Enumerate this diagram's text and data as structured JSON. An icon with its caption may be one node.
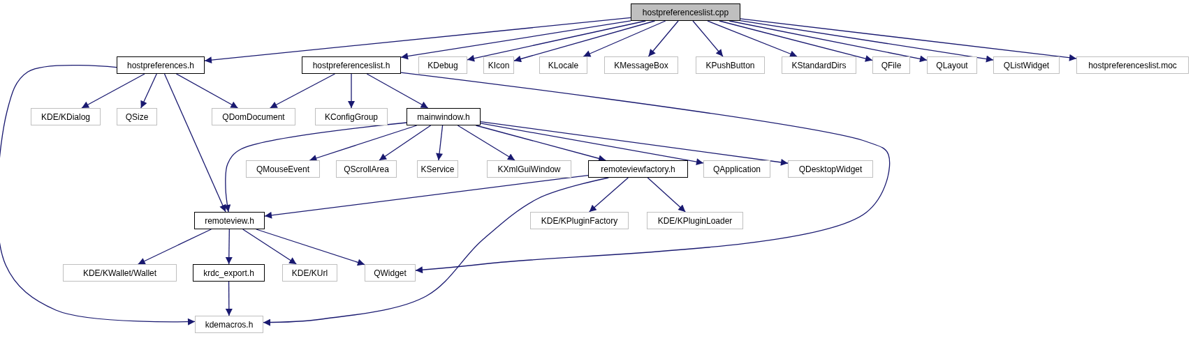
{
  "diagram": {
    "nodes": [
      {
        "text": [
          "hostpreferenceslist.cpp"
        ]
      },
      {
        "text": [
          "hostpreferences.h"
        ]
      },
      {
        "text": [
          "hostpreferenceslist.h"
        ]
      },
      {
        "text": [
          "KDebug"
        ]
      },
      {
        "text": [
          "KIcon"
        ]
      },
      {
        "text": [
          "KLocale"
        ]
      },
      {
        "text": [
          "KMessageBox"
        ]
      },
      {
        "text": [
          "KPushButton"
        ]
      },
      {
        "text": [
          "KStandardDirs"
        ]
      },
      {
        "text": [
          "QFile"
        ]
      },
      {
        "text": [
          "QLayout"
        ]
      },
      {
        "text": [
          "QListWidget"
        ]
      },
      {
        "text": [
          "hostpreferenceslist.moc"
        ]
      },
      {
        "text": [
          "KDE/KDialog"
        ]
      },
      {
        "text": [
          "QSize"
        ]
      },
      {
        "text": [
          "QDomDocument"
        ]
      },
      {
        "text": [
          "KConfigGroup"
        ]
      },
      {
        "text": [
          "mainwindow.h"
        ]
      },
      {
        "text": [
          "QMouseEvent"
        ]
      },
      {
        "text": [
          "QScrollArea"
        ]
      },
      {
        "text": [
          "KService"
        ]
      },
      {
        "text": [
          "KXmlGuiWindow"
        ]
      },
      {
        "text": [
          "remoteviewfactory.h"
        ]
      },
      {
        "text": [
          "QApplication"
        ]
      },
      {
        "text": [
          "QDesktopWidget"
        ]
      },
      {
        "text": [
          "remoteview.h"
        ]
      },
      {
        "text": [
          "KDE/KPluginFactory"
        ]
      },
      {
        "text": [
          "KDE/KPluginLoader"
        ]
      },
      {
        "text": [
          "KDE/KWallet/Wallet"
        ]
      },
      {
        "text": [
          "krdc_export.h"
        ]
      },
      {
        "text": [
          "KDE/KUrl"
        ]
      },
      {
        "text": [
          "QWidget"
        ]
      },
      {
        "text": [
          "kdemacros.h"
        ]
      }
    ],
    "edges": [
      {
        "from": 0,
        "to": 1,
        "arrow": "to"
      },
      {
        "from": 0,
        "to": 2,
        "arrow": "to"
      },
      {
        "from": 0,
        "to": 3,
        "arrow": "to"
      },
      {
        "from": 0,
        "to": 4,
        "arrow": "to"
      },
      {
        "from": 0,
        "to": 5,
        "arrow": "to"
      },
      {
        "from": 0,
        "to": 6,
        "arrow": "to"
      },
      {
        "from": 0,
        "to": 7,
        "arrow": "to"
      },
      {
        "from": 0,
        "to": 8,
        "arrow": "to"
      },
      {
        "from": 0,
        "to": 9,
        "arrow": "to"
      },
      {
        "from": 0,
        "to": 10,
        "arrow": "to"
      },
      {
        "from": 0,
        "to": 11,
        "arrow": "to"
      },
      {
        "from": 0,
        "to": 12,
        "arrow": "to"
      },
      {
        "from": 1,
        "to": 13,
        "arrow": "to"
      },
      {
        "from": 1,
        "to": 14,
        "arrow": "to"
      },
      {
        "from": 1,
        "to": 15,
        "arrow": "to"
      },
      {
        "from": 1,
        "to": 25,
        "arrow": "to"
      },
      {
        "from": 1,
        "to": 32,
        "arrow": "to"
      },
      {
        "from": 2,
        "to": 15,
        "arrow": "to"
      },
      {
        "from": 2,
        "to": 16,
        "arrow": "to"
      },
      {
        "from": 2,
        "to": 17,
        "arrow": "to"
      },
      {
        "from": 2,
        "to": 31,
        "arrow": "to"
      },
      {
        "from": 17,
        "to": 25,
        "arrow": "to"
      },
      {
        "from": 17,
        "to": 18,
        "arrow": "to"
      },
      {
        "from": 17,
        "to": 19,
        "arrow": "to"
      },
      {
        "from": 17,
        "to": 20,
        "arrow": "to"
      },
      {
        "from": 17,
        "to": 21,
        "arrow": "to"
      },
      {
        "from": 17,
        "to": 22,
        "arrow": "to"
      },
      {
        "from": 17,
        "to": 23,
        "arrow": "to"
      },
      {
        "from": 17,
        "to": 24,
        "arrow": "to"
      },
      {
        "from": 22,
        "to": 25,
        "arrow": "to"
      },
      {
        "from": 22,
        "to": 26,
        "arrow": "to"
      },
      {
        "from": 22,
        "to": 27,
        "arrow": "to"
      },
      {
        "from": 22,
        "to": 32,
        "arrow": "to"
      },
      {
        "from": 25,
        "to": 28,
        "arrow": "to"
      },
      {
        "from": 25,
        "to": 29,
        "arrow": "to"
      },
      {
        "from": 25,
        "to": 30,
        "arrow": "to"
      },
      {
        "from": 25,
        "to": 31,
        "arrow": "to"
      },
      {
        "from": 29,
        "to": 32,
        "arrow": "to"
      }
    ]
  }
}
